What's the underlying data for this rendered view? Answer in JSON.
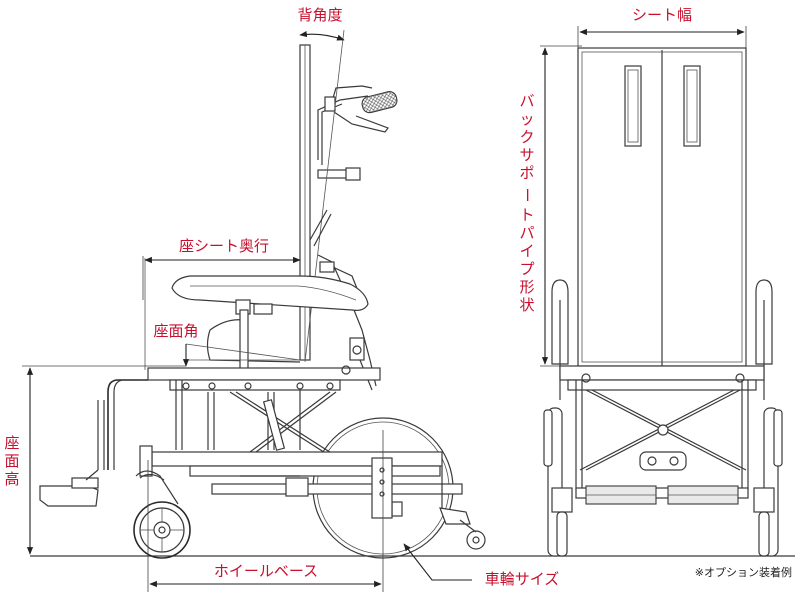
{
  "labels": {
    "back_angle": "背角度",
    "seat_width": "シート幅",
    "seat_depth": "座シート奥行",
    "seat_angle": "座面角",
    "seat_height_chars": [
      "座",
      "面",
      "高"
    ],
    "backpipe_chars": [
      "バ",
      "ッ",
      "ク",
      "サ",
      "ポ",
      "ー",
      "ト",
      "パ",
      "イ",
      "プ",
      "形",
      "状"
    ],
    "wheelbase": "ホイールベース",
    "wheel_size": "車輪サイズ",
    "option_note": "※オプション装着例"
  },
  "colors": {
    "label": "#c8102e",
    "line": "#3a3a3a"
  }
}
